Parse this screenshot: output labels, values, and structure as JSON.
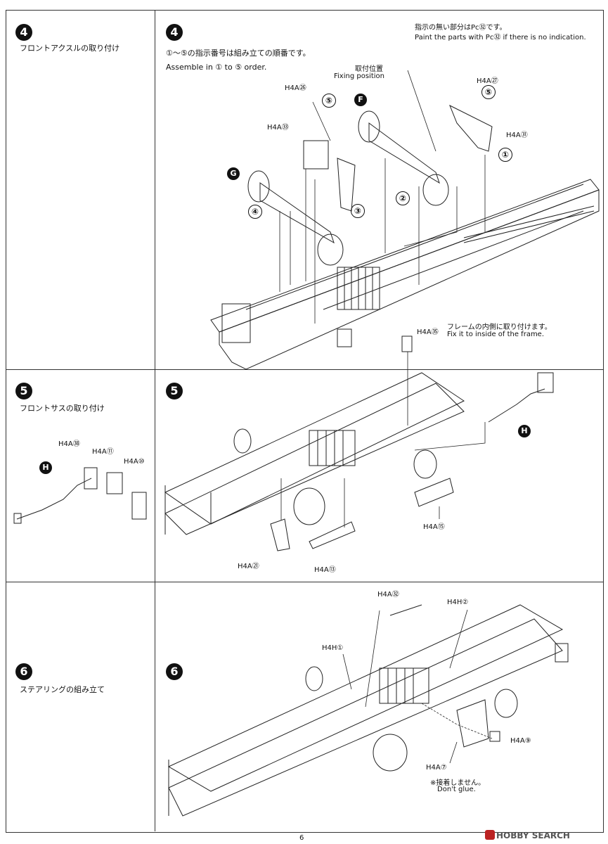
{
  "sidebar": {
    "steps": [
      {
        "number": "4",
        "title": "フロントアクスルの取り付け"
      },
      {
        "number": "5",
        "title": "フロントサスの取り付け"
      },
      {
        "number": "6",
        "title": "ステアリングの組み立て"
      }
    ]
  },
  "step4": {
    "number": "4",
    "paint_note_jp": "指示の無い部分はPc㉜です。",
    "paint_note_en": "Paint the parts with Pc㉜ if there is no indication.",
    "order_jp": "①～⑤の指示番号は組み立ての順番です。",
    "order_en": "Assemble in ① to ⑤ order.",
    "fixing_jp": "取付位置",
    "fixing_en": "Fixing position",
    "parts": [
      "H4A㉖",
      "H4A㉝",
      "H4A㉗",
      "H4A㉛"
    ],
    "markers": [
      "G",
      "F"
    ],
    "order_marks": [
      "④",
      "⑤",
      "③",
      "②",
      "①",
      "⑤"
    ]
  },
  "step5": {
    "number": "5",
    "note_jp": "フレームの内側に取り付けます。",
    "note_en": "Fix it  to inside of the frame.",
    "parts": [
      "H4A㉟",
      "H4A⑮",
      "H4A㉑",
      "H4A⑬"
    ],
    "marker": "H",
    "side_parts": [
      "H4A㊳",
      "H4A⑪",
      "H4A⑩"
    ],
    "side_marker": "H"
  },
  "step6": {
    "number": "6",
    "parts": [
      "H4A㉜",
      "H4H②",
      "H4H①",
      "H4A⑨",
      "H4A⑦"
    ],
    "noglue_jp": "※接着しません。",
    "noglue_en": "Don't glue."
  },
  "footer": {
    "page": "6",
    "brand": "HOBBY SEARCH"
  }
}
